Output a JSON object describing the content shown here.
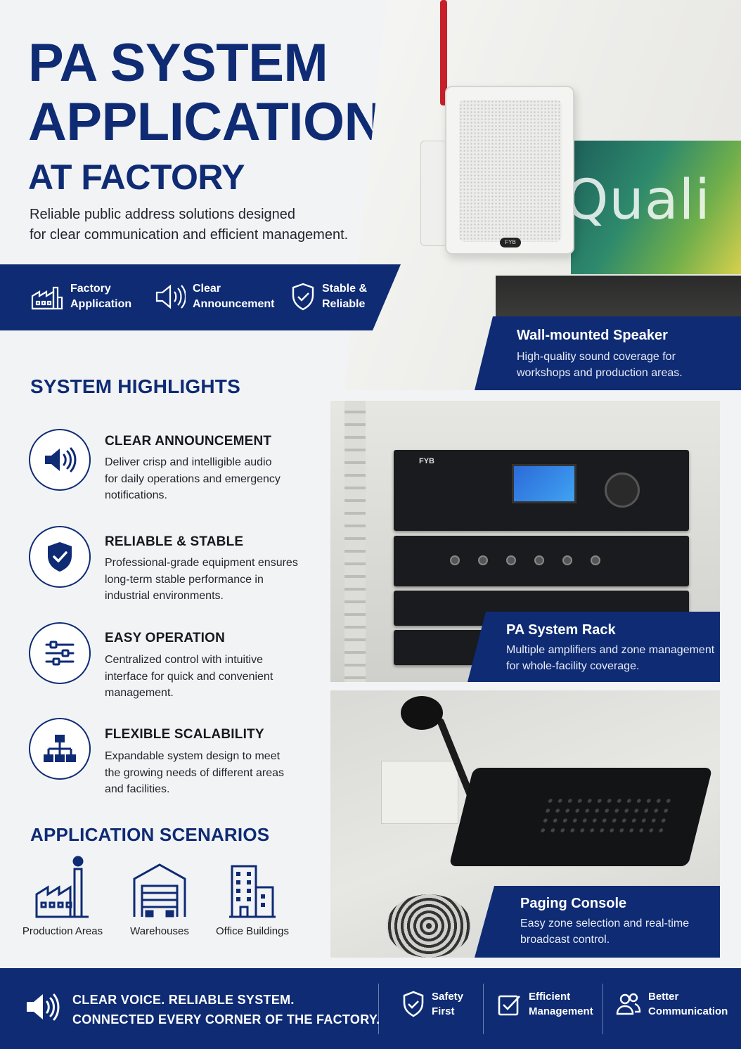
{
  "hero": {
    "title_line1": "PA SYSTEM",
    "title_line2": "APPLICATION",
    "title_line3": "AT FACTORY",
    "subtitle_line1": "Reliable public address solutions designed",
    "subtitle_line2": "for clear communication and efficient management."
  },
  "features": [
    {
      "icon": "factory-icon",
      "line1": "Factory",
      "line2": "Application"
    },
    {
      "icon": "speaker-icon",
      "line1": "Clear",
      "line2": "Announcement"
    },
    {
      "icon": "shield-check-icon",
      "line1": "Stable &",
      "line2": "Reliable"
    }
  ],
  "photo_wall": {
    "sign_text": "Quali",
    "speaker_badge": "FYB",
    "caption_title": "Wall-mounted Speaker",
    "caption_line1": "High-quality sound coverage for",
    "caption_line2": "workshops and production areas."
  },
  "highlights": {
    "heading": "SYSTEM HIGHLIGHTS",
    "items": [
      {
        "icon": "speaker-icon",
        "title": "CLEAR ANNOUNCEMENT",
        "desc_lines": [
          "Deliver crisp and intelligible audio",
          "for daily operations and emergency",
          "notifications."
        ]
      },
      {
        "icon": "shield-check-icon",
        "title": "RELIABLE & STABLE",
        "desc_lines": [
          "Professional-grade equipment ensures",
          "long-term stable performance in",
          "industrial environments."
        ]
      },
      {
        "icon": "sliders-icon",
        "title": "EASY OPERATION",
        "desc_lines": [
          "Centralized control with intuitive",
          "interface for quick and convenient",
          "management."
        ]
      },
      {
        "icon": "network-icon",
        "title": "FLEXIBLE SCALABILITY",
        "desc_lines": [
          "Expandable system design to meet",
          "the growing needs of different areas",
          "and facilities."
        ]
      }
    ]
  },
  "photo_rack": {
    "brand": "FYB",
    "caption_title": "PA System Rack",
    "caption_line1": "Multiple amplifiers and zone management",
    "caption_line2": "for whole-facility coverage."
  },
  "photo_console": {
    "caption_title": "Paging Console",
    "caption_line1": "Easy zone selection and real-time",
    "caption_line2": "broadcast control."
  },
  "scenarios": {
    "heading": "APPLICATION SCENARIOS",
    "items": [
      {
        "icon": "factory-icon",
        "label": "Production Areas"
      },
      {
        "icon": "warehouse-icon",
        "label": "Warehouses"
      },
      {
        "icon": "office-building-icon",
        "label": "Office Buildings"
      }
    ]
  },
  "footer": {
    "slogan_line1": "CLEAR VOICE. RELIABLE SYSTEM.",
    "slogan_line2": "CONNECTED EVERY CORNER OF THE FACTORY.",
    "items": [
      {
        "icon": "shield-check-icon",
        "line1": "Safety",
        "line2": "First"
      },
      {
        "icon": "checkbox-icon",
        "line1": "Efficient",
        "line2": "Management"
      },
      {
        "icon": "users-icon",
        "line1": "Better",
        "line2": "Communication"
      }
    ]
  },
  "colors": {
    "primary": "#0e2b74",
    "background": "#f2f3f5",
    "text": "#1b1d22"
  }
}
